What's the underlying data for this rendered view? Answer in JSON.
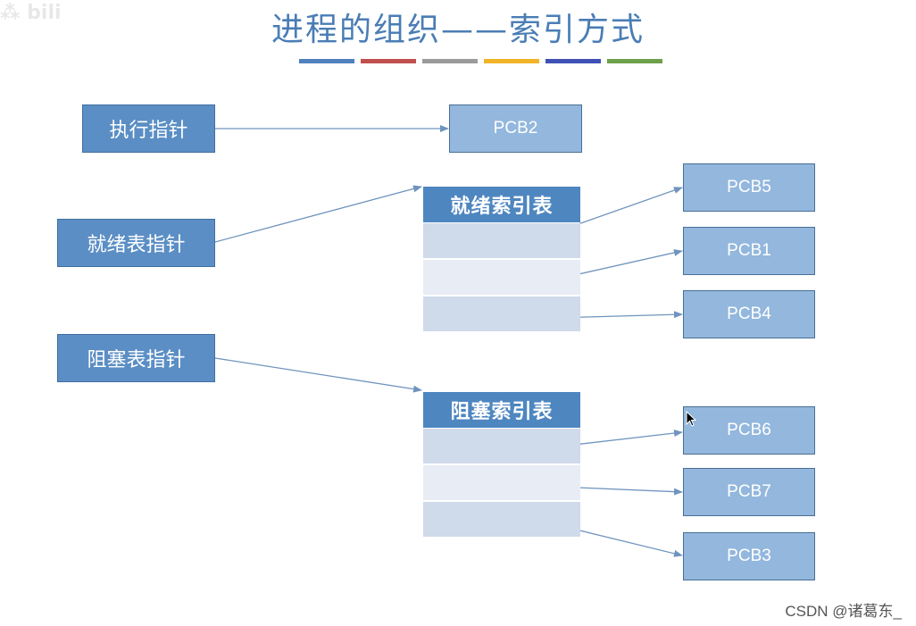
{
  "title": "进程的组织——索引方式",
  "title_stripe_colors": [
    "#4f81bd",
    "#c0504d",
    "#9b9b9b",
    "#f0b429",
    "#3f51b5",
    "#6ea04a"
  ],
  "pointers": {
    "exec": "执行指针",
    "ready": "就绪表指针",
    "block": "阻塞表指针"
  },
  "tables": {
    "ready": {
      "header": "就绪索引表",
      "rows": 3
    },
    "block": {
      "header": "阻塞索引表",
      "rows": 3
    }
  },
  "pcbs": {
    "running": "PCB2",
    "ready": [
      "PCB5",
      "PCB1",
      "PCB4"
    ],
    "block": [
      "PCB6",
      "PCB7",
      "PCB3"
    ]
  },
  "watermark": "CSDN @诸葛东_",
  "colors": {
    "pointer_box": "#5b8ec4",
    "pcb_box": "#93b7dd",
    "table_header": "#4e86c0",
    "arrow": "#6f94bd"
  }
}
